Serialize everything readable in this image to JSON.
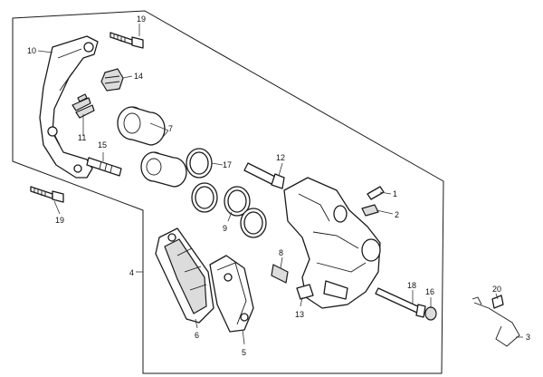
{
  "callouts": [
    {
      "id": "c1",
      "text": "1"
    },
    {
      "id": "c2",
      "text": "2"
    },
    {
      "id": "c3",
      "text": "3"
    },
    {
      "id": "c4",
      "text": "4"
    },
    {
      "id": "c5",
      "text": "5"
    },
    {
      "id": "c6",
      "text": "6"
    },
    {
      "id": "c7",
      "text": "7"
    },
    {
      "id": "c8",
      "text": "8"
    },
    {
      "id": "c9",
      "text": "9"
    },
    {
      "id": "c10",
      "text": "10"
    },
    {
      "id": "c11",
      "text": "11"
    },
    {
      "id": "c12",
      "text": "12"
    },
    {
      "id": "c13",
      "text": "13"
    },
    {
      "id": "c14",
      "text": "14"
    },
    {
      "id": "c15",
      "text": "15"
    },
    {
      "id": "c16",
      "text": "16"
    },
    {
      "id": "c17",
      "text": "17"
    },
    {
      "id": "c18",
      "text": "18"
    },
    {
      "id": "c19a",
      "text": "19"
    },
    {
      "id": "c19b",
      "text": "19"
    },
    {
      "id": "c20",
      "text": "20"
    }
  ]
}
